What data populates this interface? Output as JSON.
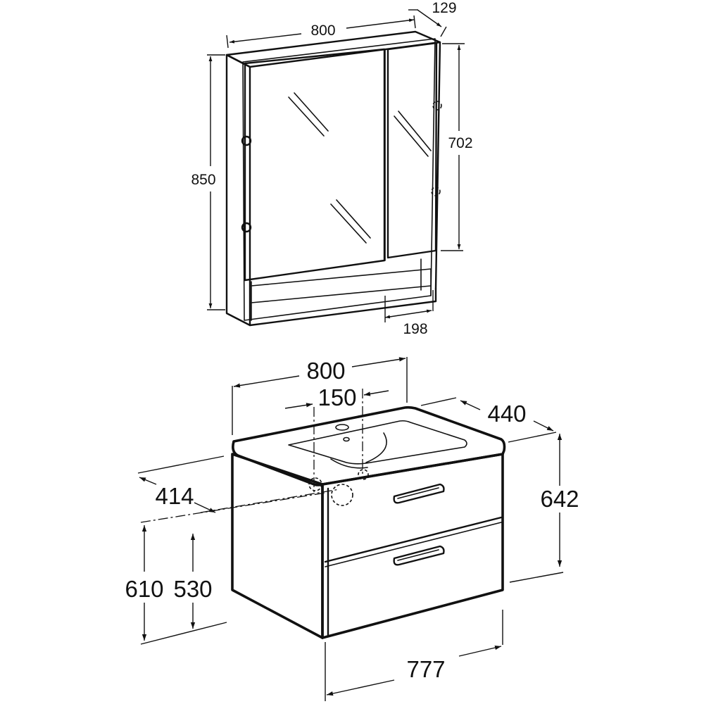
{
  "mirror_cabinet": {
    "width": "800",
    "depth": "129",
    "height": "850",
    "door_height": "702",
    "shelf_depth": "198"
  },
  "vanity_unit": {
    "width": "800",
    "tap_offset": "150",
    "depth": "440",
    "waste_height": "414",
    "height": "642",
    "mounting_height_1": "610",
    "mounting_height_2": "530",
    "cabinet_width": "777"
  }
}
